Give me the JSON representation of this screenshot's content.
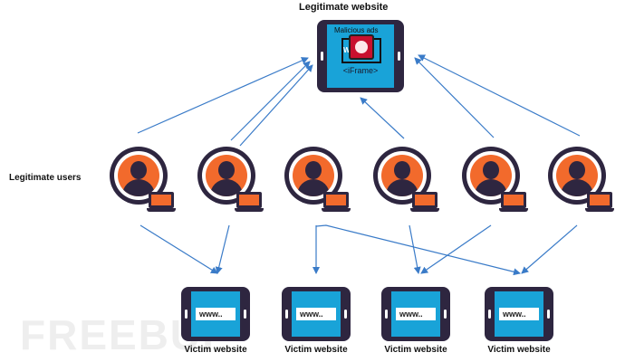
{
  "diagram": {
    "title": "Legitimate website",
    "users_label": "Legitimate users",
    "ad_label": "Malicious ads",
    "iframe_label": "<iFrame>",
    "ad_url_fragment": "Ww",
    "victim_url": "www..",
    "victim_label": "Victim website",
    "watermark": "FREEBUF",
    "colors": {
      "tablet": "#2e2640",
      "screen": "#19a3d8",
      "user_accent": "#f26a2c",
      "ad_badge": "#c8102e",
      "arrow": "#3a7bc8"
    }
  }
}
